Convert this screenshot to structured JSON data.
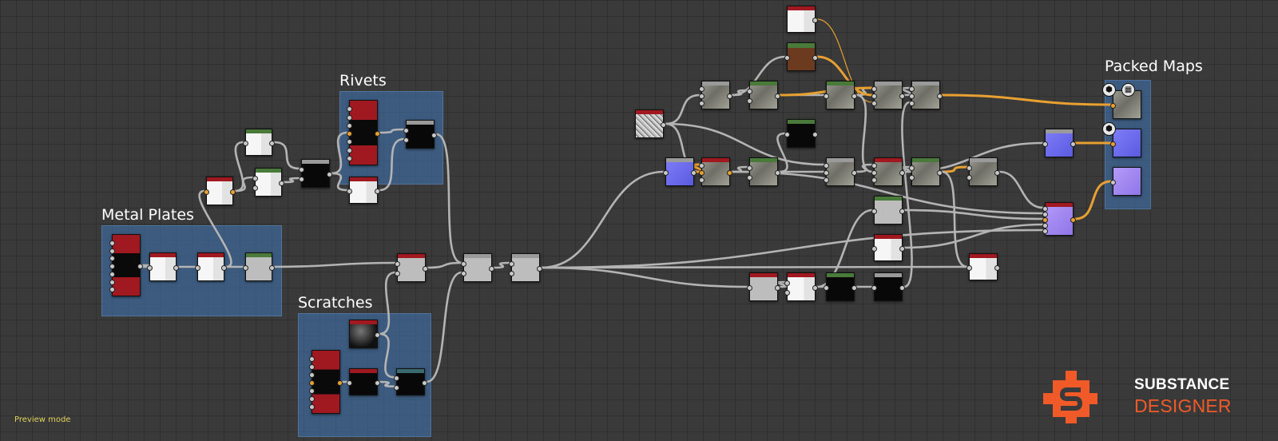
{
  "frames": {
    "metal_plates": "Metal Plates",
    "rivets": "Rivets",
    "scratches": "Scratches",
    "packed_maps": "Packed Maps"
  },
  "status": {
    "mode": "Preview mode"
  },
  "logo": {
    "line1": "SUBSTANCE",
    "line2": "DESIGNER",
    "icon": "substance-s-icon"
  },
  "colors": {
    "canvas": "#3a3a3a",
    "frame": "#3e70aa",
    "wire": "#b4b4b4",
    "wire_highlight": "#e8a030",
    "brand_orange": "#f05a28",
    "header_grayscale": "#a01820",
    "header_color": "#4a7a3a",
    "header_util": "#9a9a9a",
    "header_teal": "#3a6a70",
    "normal_map": "#7a7af0"
  },
  "output_icons": [
    "cube-icon",
    "grid-icon",
    "cube-icon"
  ]
}
